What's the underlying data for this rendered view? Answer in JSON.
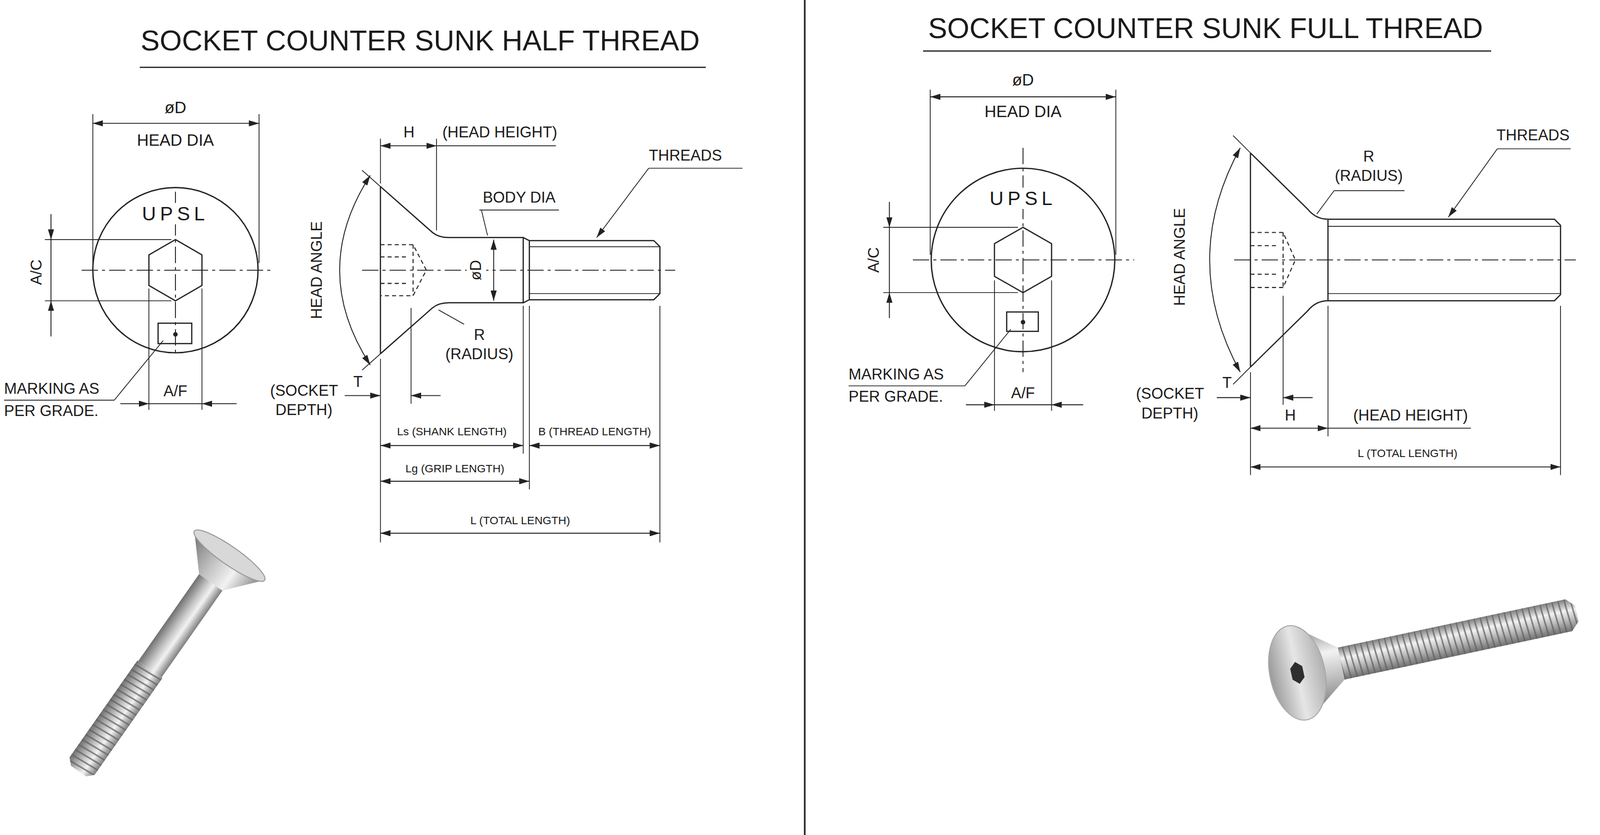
{
  "diagram": {
    "nodes": [
      {
        "text": [
          "UPSL"
        ]
      },
      {
        "text": [
          "UPSL"
        ]
      }
    ],
    "labels": [
      "SOCKET COUNTER SUNK HALF THREAD",
      "øD",
      "HEAD DIA",
      "A/C",
      "MARKING AS PER GRADE.",
      "A/F",
      "H",
      "(HEAD HEIGHT)",
      "BODY DIA",
      "THREADS",
      "HEAD ANGLE",
      "øD",
      "R (RADIUS)",
      "(SOCKET DEPTH)",
      "T",
      "Ls (SHANK LENGTH)",
      "B (THREAD LENGTH)",
      "Lg (GRIP LENGTH)",
      "L (TOTAL LENGTH)",
      "SOCKET COUNTER SUNK FULL THREAD",
      "øD",
      "HEAD DIA",
      "R (RADIUS)",
      "THREADS",
      "A/C",
      "HEAD ANGLE",
      "MARKING AS PER GRADE.",
      "A/F",
      "(SOCKET DEPTH)",
      "T",
      "H",
      "(HEAD HEIGHT)",
      "L (TOTAL LENGTH)"
    ]
  }
}
